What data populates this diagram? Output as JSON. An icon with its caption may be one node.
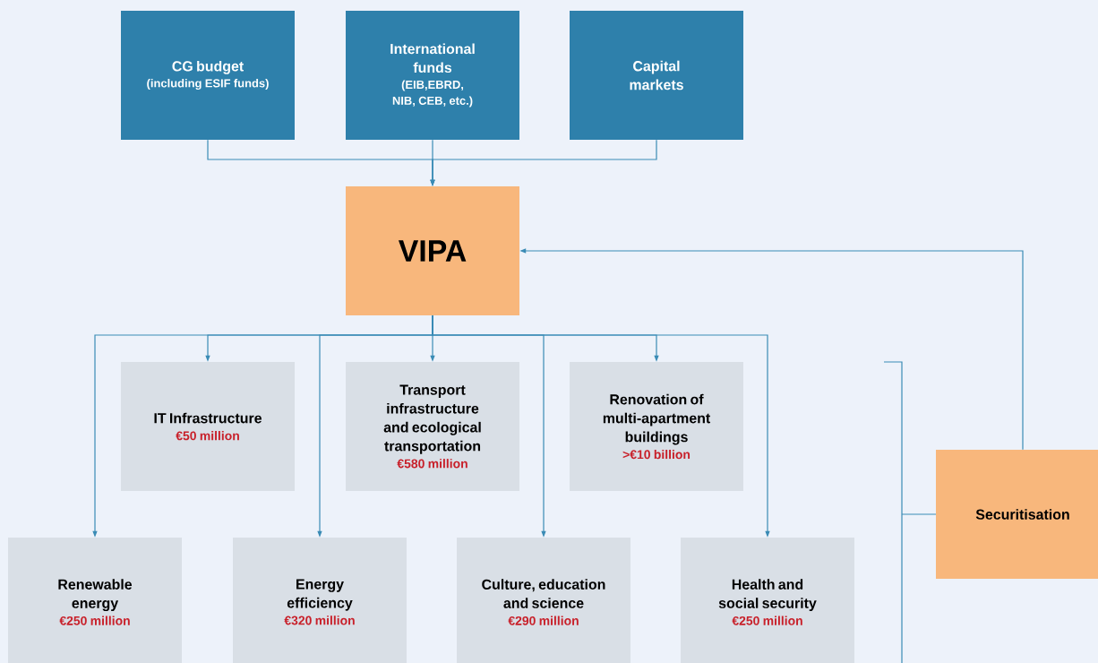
{
  "diagram": {
    "nodes": [
      {
        "text": [
          "CG budget",
          "(including ESIF funds)"
        ]
      },
      {
        "text": [
          "International funds",
          "(EIB,EBRD, NIB, CEB, etc.)"
        ]
      },
      {
        "text": [
          "Capital markets"
        ]
      },
      {
        "text": [
          "VIPA"
        ]
      },
      {
        "text": [
          "IT Infrastructure",
          "€50 million"
        ]
      },
      {
        "text": [
          "Transport infrastructure and ecological transportation",
          "€580 million"
        ]
      },
      {
        "text": [
          "Renovation of multi-apartment buildings",
          ">€10 billion"
        ]
      },
      {
        "text": [
          "Renewable energy",
          "€250 million"
        ]
      },
      {
        "text": [
          "Energy efficiency",
          "€320 million"
        ]
      },
      {
        "text": [
          "Culture, education and science",
          "€290 million"
        ]
      },
      {
        "text": [
          "Health and social security",
          "€250 million"
        ]
      },
      {
        "text": [
          "Securitisation"
        ]
      }
    ],
    "edges": [
      {
        "from": 0,
        "to": 3,
        "arrow": "to"
      },
      {
        "from": 1,
        "to": 3,
        "arrow": "to"
      },
      {
        "from": 2,
        "to": 3,
        "arrow": "to"
      },
      {
        "from": 3,
        "to": 4,
        "arrow": "to"
      },
      {
        "from": 3,
        "to": 5,
        "arrow": "to"
      },
      {
        "from": 3,
        "to": 6,
        "arrow": "to"
      },
      {
        "from": 3,
        "to": 7,
        "arrow": "to"
      },
      {
        "from": 3,
        "to": 8,
        "arrow": "to"
      },
      {
        "from": 3,
        "to": 9,
        "arrow": "to"
      },
      {
        "from": 3,
        "to": 10,
        "arrow": "to"
      },
      {
        "from": 11,
        "to": 3,
        "arrow": "to"
      }
    ]
  }
}
